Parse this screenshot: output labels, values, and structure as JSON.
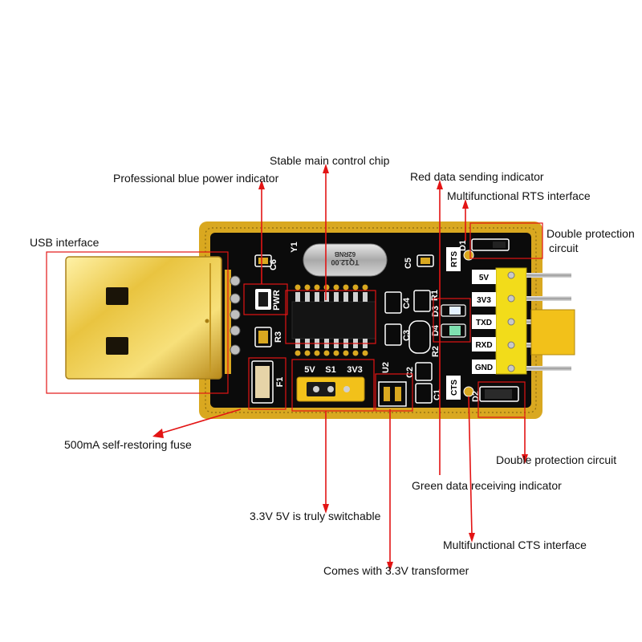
{
  "labels": {
    "main_chip": "Stable main control chip",
    "power_indicator": "Professional blue power indicator",
    "red_led": "Red data sending indicator",
    "rts": "Multifunctional RTS interface",
    "double_protection_top_1": "Double protection",
    "double_protection_top_2": "circuit",
    "usb": "USB interface",
    "fuse": "500mA self-restoring fuse",
    "double_protection_bottom": "Double protection circuit",
    "green_led": "Green data receiving indicator",
    "switch": "3.3V 5V is truly switchable",
    "cts": "Multifunctional CTS interface",
    "transformer": "Comes with 3.3V transformer"
  },
  "board": {
    "silkscreen": {
      "c6": "C6",
      "y1": "Y1",
      "c5": "C5",
      "rts": "RTS",
      "d1": "D1",
      "pwr": "PWR",
      "c4": "C4",
      "r1": "R1",
      "r3": "R3",
      "c3": "C3",
      "d3": "D3",
      "d4": "D4",
      "r2": "R2",
      "c2": "C2",
      "u2": "U2",
      "c1": "C1",
      "cts": "CTS",
      "d2": "D2",
      "f1": "F1",
      "s1": "S1",
      "v5": "5V",
      "v33": "3V3"
    },
    "crystal_text_1": "TQ12.00",
    "crystal_text_2": "62RNB",
    "pins": [
      "5V",
      "3V3",
      "TXD",
      "RXD",
      "GND"
    ]
  },
  "colors": {
    "gold": "#d9a820",
    "pcb_black": "#0b0b0b",
    "header_yellow": "#f2dc1a",
    "annotation_red": "#e31414"
  }
}
